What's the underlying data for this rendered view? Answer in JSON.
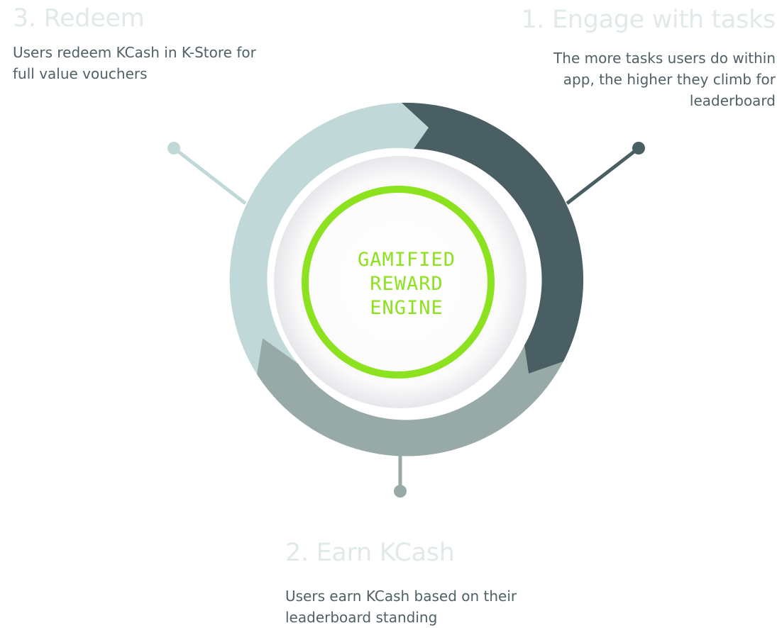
{
  "diagram": {
    "center": {
      "lines": [
        "GAMIFIED",
        "REWARD",
        "ENGINE"
      ]
    },
    "stages": [
      {
        "title": "1. Engage with tasks",
        "description": "The more tasks users do within app, the higher they climb for leaderboard"
      },
      {
        "title": "2. Earn KCash",
        "description": "Users earn KCash based on their leaderboard standing"
      },
      {
        "title": "3. Redeem",
        "description": "Users redeem KCash in K-Store for full value vouchers"
      }
    ],
    "colors": {
      "stage_1": "#4a5f64",
      "stage_2": "#98aaa8",
      "stage_3": "#c0d9d8",
      "center_ring": "#8de21f",
      "center_text": "#8de21f",
      "title_text": "#e1e9e9",
      "description_text": "#4f6166"
    }
  }
}
